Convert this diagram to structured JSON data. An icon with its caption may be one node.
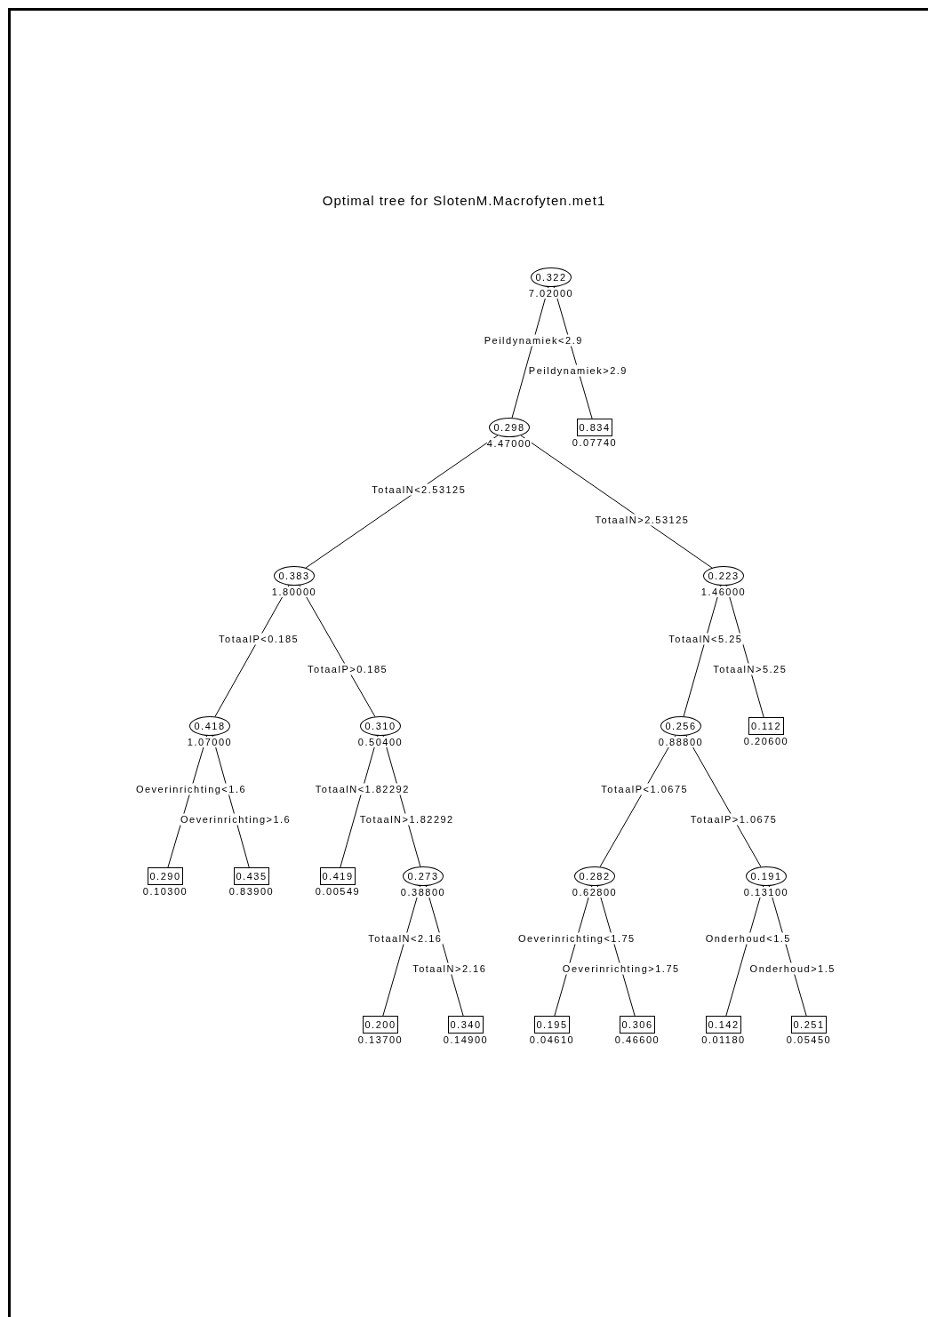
{
  "diagram": {
    "title": "Optimal tree for SlotenM.Macrofyten.met1",
    "nodes": [
      {
        "text": [
          "0.322"
        ],
        "beside": [
          "7.02000"
        ]
      },
      {
        "text": [
          "0.298"
        ],
        "beside": [
          "4.47000"
        ]
      },
      {
        "text": [
          "0.834"
        ],
        "beside": [
          "0.07740"
        ]
      },
      {
        "text": [
          "0.383"
        ],
        "beside": [
          "1.80000"
        ]
      },
      {
        "text": [
          "0.223"
        ],
        "beside": [
          "1.46000"
        ]
      },
      {
        "text": [
          "0.418"
        ],
        "beside": [
          "1.07000"
        ]
      },
      {
        "text": [
          "0.310"
        ],
        "beside": [
          "0.50400"
        ]
      },
      {
        "text": [
          "0.256"
        ],
        "beside": [
          "0.88800"
        ]
      },
      {
        "text": [
          "0.112"
        ],
        "beside": [
          "0.20600"
        ]
      },
      {
        "text": [
          "0.290"
        ],
        "beside": [
          "0.10300"
        ]
      },
      {
        "text": [
          "0.435"
        ],
        "beside": [
          "0.83900"
        ]
      },
      {
        "text": [
          "0.419"
        ],
        "beside": [
          "0.00549"
        ]
      },
      {
        "text": [
          "0.273"
        ],
        "beside": [
          "0.38800"
        ]
      },
      {
        "text": [
          "0.282"
        ],
        "beside": [
          "0.62800"
        ]
      },
      {
        "text": [
          "0.191"
        ],
        "beside": [
          "0.13100"
        ]
      },
      {
        "text": [
          "0.200"
        ],
        "beside": [
          "0.13700"
        ]
      },
      {
        "text": [
          "0.340"
        ],
        "beside": [
          "0.14900"
        ]
      },
      {
        "text": [
          "0.195"
        ],
        "beside": [
          "0.04610"
        ]
      },
      {
        "text": [
          "0.306"
        ],
        "beside": [
          "0.46600"
        ]
      },
      {
        "text": [
          "0.142"
        ],
        "beside": [
          "0.01180"
        ]
      },
      {
        "text": [
          "0.251"
        ],
        "beside": [
          "0.05450"
        ]
      }
    ],
    "edges": [
      {
        "from": 0,
        "to": 1,
        "arrow": "none",
        "label": "Peildynamiek<2.9"
      },
      {
        "from": 0,
        "to": 2,
        "arrow": "none",
        "label": "Peildynamiek>2.9"
      },
      {
        "from": 1,
        "to": 3,
        "arrow": "none",
        "label": "TotaalN<2.53125"
      },
      {
        "from": 1,
        "to": 4,
        "arrow": "none",
        "label": "TotaalN>2.53125"
      },
      {
        "from": 3,
        "to": 5,
        "arrow": "none",
        "label": "TotaalP<0.185"
      },
      {
        "from": 3,
        "to": 6,
        "arrow": "none",
        "label": "TotaalP>0.185"
      },
      {
        "from": 4,
        "to": 7,
        "arrow": "none",
        "label": "TotaalN<5.25"
      },
      {
        "from": 4,
        "to": 8,
        "arrow": "none",
        "label": "TotaalN>5.25"
      },
      {
        "from": 5,
        "to": 9,
        "arrow": "none",
        "label": "Oeverinrichting<1.6"
      },
      {
        "from": 5,
        "to": 10,
        "arrow": "none",
        "label": "Oeverinrichting>1.6"
      },
      {
        "from": 6,
        "to": 11,
        "arrow": "none",
        "label": "TotaalN<1.82292"
      },
      {
        "from": 6,
        "to": 12,
        "arrow": "none",
        "label": "TotaalN>1.82292"
      },
      {
        "from": 7,
        "to": 13,
        "arrow": "none",
        "label": "TotaalP<1.0675"
      },
      {
        "from": 7,
        "to": 14,
        "arrow": "none",
        "label": "TotaalP>1.0675"
      },
      {
        "from": 12,
        "to": 15,
        "arrow": "none",
        "label": "TotaalN<2.16"
      },
      {
        "from": 12,
        "to": 16,
        "arrow": "none",
        "label": "TotaalN>2.16"
      },
      {
        "from": 13,
        "to": 17,
        "arrow": "none",
        "label": "Oeverinrichting<1.75"
      },
      {
        "from": 13,
        "to": 18,
        "arrow": "none",
        "label": "Oeverinrichting>1.75"
      },
      {
        "from": 14,
        "to": 19,
        "arrow": "none",
        "label": "Onderhoud<1.5"
      },
      {
        "from": 14,
        "to": 20,
        "arrow": "none",
        "label": "Onderhoud>1.5"
      }
    ]
  }
}
